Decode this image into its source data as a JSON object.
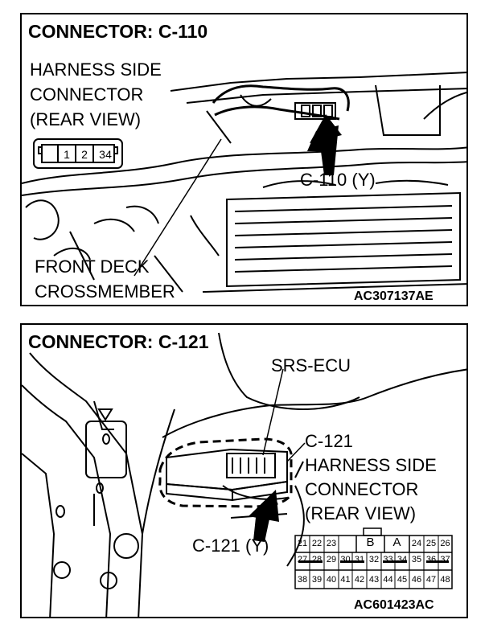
{
  "panel1": {
    "title": "CONNECTOR: C-110",
    "harness_lines": [
      "HARNESS SIDE",
      "CONNECTOR",
      "(REAR VIEW)"
    ],
    "pins": [
      "1",
      "2",
      "3",
      "4"
    ],
    "callout": "C-110 (Y)",
    "part_lines": [
      "FRONT DECK",
      "CROSSMEMBER"
    ],
    "figure_code": "AC307137AE"
  },
  "panel2": {
    "title": "CONNECTOR: C-121",
    "ecu_label": "SRS-ECU",
    "harness_lines": [
      "C-121",
      "HARNESS SIDE",
      "CONNECTOR",
      "(REAR VIEW)"
    ],
    "callout": "C-121 (Y)",
    "section_b": "B",
    "section_a": "A",
    "row1_left": [
      "21",
      "22",
      "23"
    ],
    "row1_right": [
      "24",
      "25",
      "26"
    ],
    "row2": [
      "27",
      "28",
      "29",
      "30",
      "31",
      "32",
      "33",
      "34",
      "35",
      "36",
      "37"
    ],
    "row3": [
      "38",
      "39",
      "40",
      "41",
      "42",
      "43",
      "44",
      "45",
      "46",
      "47",
      "48"
    ],
    "figure_code": "AC601423AC"
  }
}
